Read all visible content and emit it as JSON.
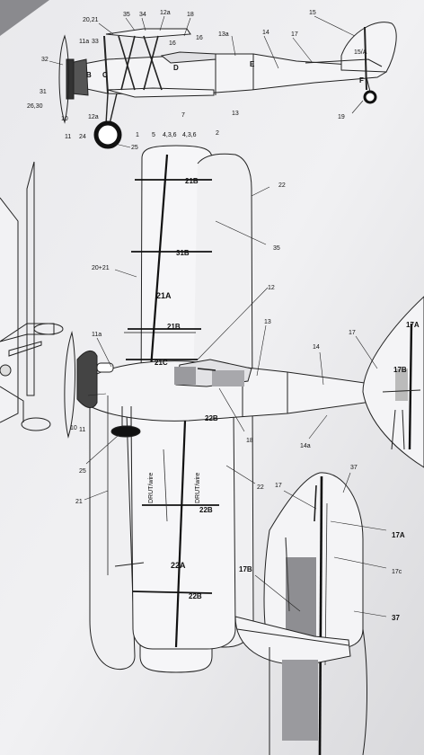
{
  "callouts": {
    "c35": "35",
    "c34": "34",
    "c12a": "12a",
    "c18": "18",
    "c2021": "20,21",
    "c11a": "11a",
    "c33": "33",
    "c16a": "16",
    "c16b": "16",
    "c13a": "13a",
    "c14": "14",
    "c15": "15",
    "c17": "17",
    "c15a": "15/A",
    "c32": "32",
    "cB": "B",
    "cC": "C",
    "cD": "D",
    "cE": "E",
    "cF": "F",
    "c31": "31",
    "c2630": "26,30",
    "c10": "10",
    "c11": "11",
    "c12a2": "12a",
    "c24": "24",
    "c1": "1",
    "c5": "5",
    "c436a": "4,3,6",
    "c7": "7",
    "c436b": "4,3,6",
    "c2": "2",
    "c13": "13",
    "c19": "19",
    "c25": "25"
  },
  "plan": {
    "c21B_top": "21B",
    "c22a": "22",
    "c35": "35",
    "c31B": "31B",
    "c2021": "20+21",
    "c21A": "21A",
    "c12": "12",
    "c21B_mid": "21B",
    "c13": "13",
    "c14": "14",
    "c17": "17",
    "c17A_top": "17A",
    "c17B_top": "17B",
    "c11a": "11a",
    "c21C": "21C",
    "c10": "10",
    "c11": "11",
    "c18": "18",
    "c14a": "14a",
    "c22B_a": "22B",
    "c25": "25",
    "c21": "21",
    "drut1": "DRUT/wire",
    "drut2": "DRUT/wire",
    "c22b": "22",
    "c22B_b": "22B",
    "c22A": "22A",
    "c22B_c": "22B"
  },
  "tail": {
    "c37a": "37",
    "c17": "17",
    "c17A": "17A",
    "c17c": "17c",
    "c17B": "17B",
    "c37b": "37"
  }
}
